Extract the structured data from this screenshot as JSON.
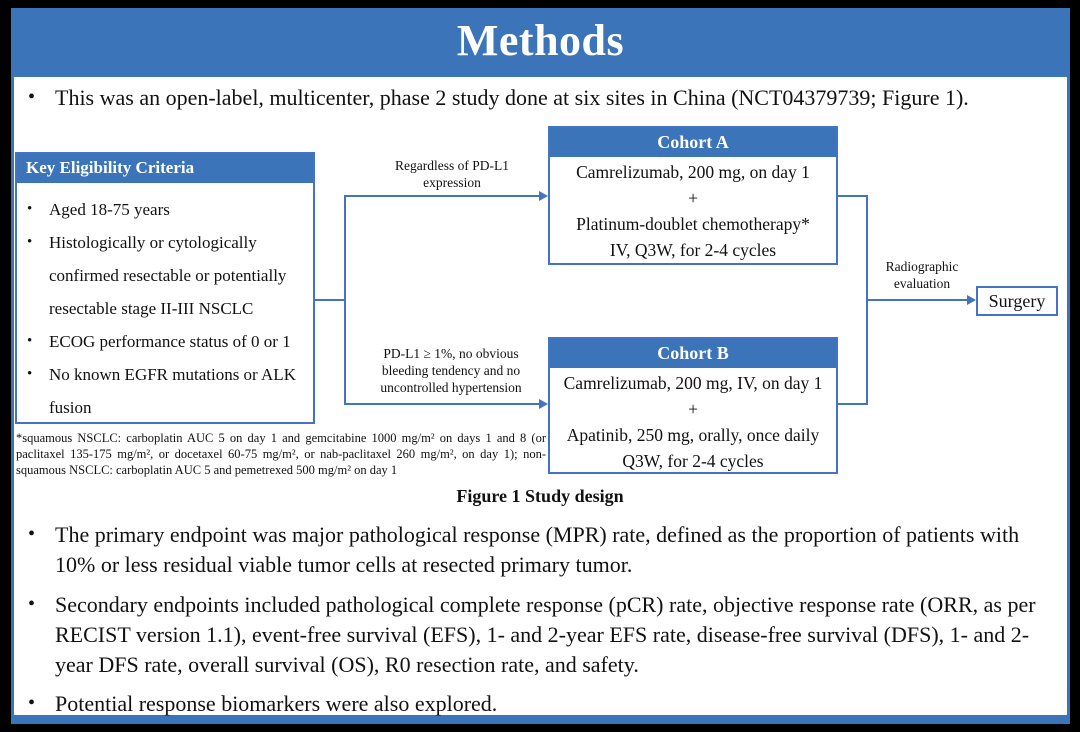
{
  "slide": {
    "title": "Methods"
  },
  "colors": {
    "accent": "#3b74b9",
    "line": "#4472c4",
    "text": "#111111"
  },
  "bullets": {
    "intro": "This was an open-label, multicenter, phase 2 study done at six sites in China (NCT04379739; Figure 1).",
    "primary": "The primary endpoint was major pathological response (MPR) rate, defined as the proportion of patients with 10% or less residual viable tumor cells at resected primary tumor.",
    "secondary": "Secondary endpoints included pathological complete response (pCR) rate, objective response rate (ORR, as per RECIST version 1.1), event-free survival (EFS), 1- and 2-year EFS rate, disease-free survival (DFS), 1- and 2-year DFS rate, overall survival (OS), R0 resection rate, and safety.",
    "biomarkers": "Potential response biomarkers were also explored."
  },
  "figure": {
    "caption": "Figure 1 Study design",
    "footnote": "*squamous NSCLC: carboplatin AUC 5 on day 1 and gemcitabine 1000 mg/m² on days 1 and 8 (or paclitaxel 135-175 mg/m², or docetaxel 60-75 mg/m², or nab-paclitaxel 260 mg/m², on day 1); non-squamous NSCLC: carboplatin AUC 5 and pemetrexed 500 mg/m² on day 1",
    "eligibility": {
      "header": "Key  Eligibility Criteria",
      "items": [
        "Aged 18-75 years",
        "Histologically or cytologically confirmed resectable or potentially resectable stage II-III  NSCLC",
        "ECOG performance status of 0 or 1",
        "No known EGFR mutations or ALK fusion"
      ]
    },
    "branch_top_label": "Regardless  of PD-L1\nexpression",
    "branch_bottom_label": "PD-L1 ≥ 1%, no obvious\nbleeding  tendency  and no\nuncontrolled  hypertension",
    "cohort_a": {
      "header": "Cohort A",
      "lines": [
        "Camrelizumab, 200 mg, on day 1",
        "+",
        "Platinum-doublet chemotherapy*",
        "IV, Q3W, for 2-4 cycles"
      ]
    },
    "cohort_b": {
      "header": "Cohort B",
      "lines": [
        "Camrelizumab, 200 mg, IV, on day 1",
        "+",
        "Apatinib, 250 mg, orally, once daily",
        "Q3W, for 2-4 cycles"
      ]
    },
    "evaluation_label": "Radiographic\nevaluation",
    "surgery_label": "Surgery"
  }
}
